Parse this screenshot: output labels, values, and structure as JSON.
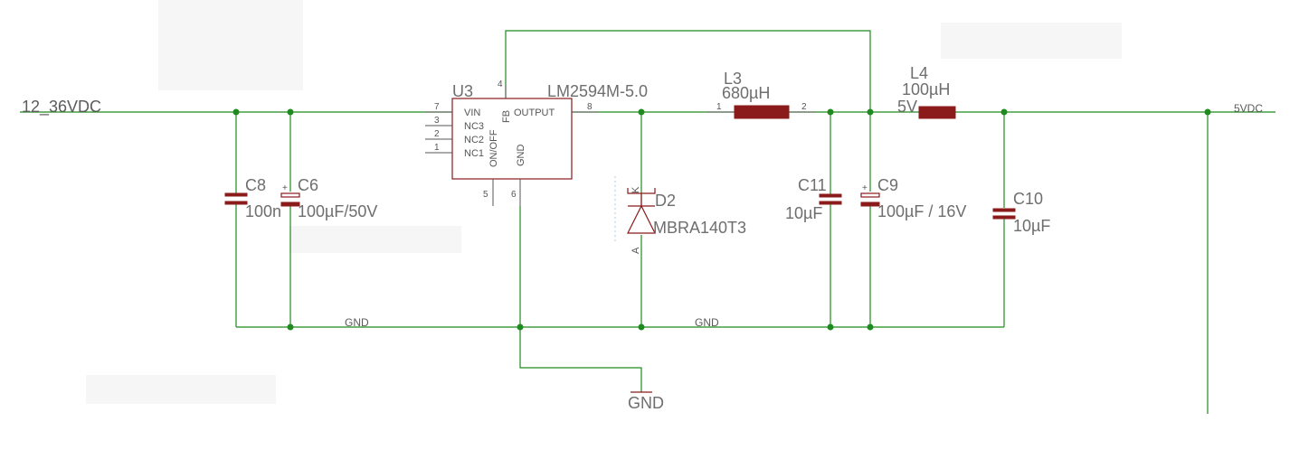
{
  "nets": {
    "vin": "12_36VDC",
    "vout": "5VDC",
    "gnd_left": "GND",
    "gnd_mid": "GND",
    "gnd_symbol": "GND"
  },
  "u3": {
    "name": "U3",
    "value": "LM2594M-5.0",
    "pins": {
      "vin": "VIN",
      "nc3": "NC3",
      "nc2": "NC2",
      "nc1": "NC1",
      "onoff": "ON/OFF",
      "fb": "FB",
      "gnd": "GND",
      "output": "OUTPUT"
    },
    "pin_numbers": {
      "p7": "7",
      "p3": "3",
      "p2": "2",
      "p1": "1",
      "p4": "4",
      "p8": "8",
      "p5": "5",
      "p6": "6"
    }
  },
  "c8": {
    "name": "C8",
    "value": "100n"
  },
  "c6": {
    "name": "C6",
    "value": "100µF/50V",
    "polarity": "+"
  },
  "d2": {
    "name": "D2",
    "value": "MBRA140T3",
    "k": "K",
    "a": "A"
  },
  "l3": {
    "name": "L3",
    "value": "680µH",
    "pin1": "1",
    "pin2": "2"
  },
  "c11": {
    "name": "C11",
    "value": "10µF"
  },
  "c9": {
    "name": "C9",
    "value": "100µF / 16V",
    "polarity": "+"
  },
  "l4": {
    "name": "L4",
    "value": "100µH",
    "note": "5V"
  },
  "c10": {
    "name": "C10",
    "value": "10µF"
  },
  "colors": {
    "wire": "#1f8a1f",
    "part": "#8b1a1a",
    "text": "#6e6e6e"
  }
}
